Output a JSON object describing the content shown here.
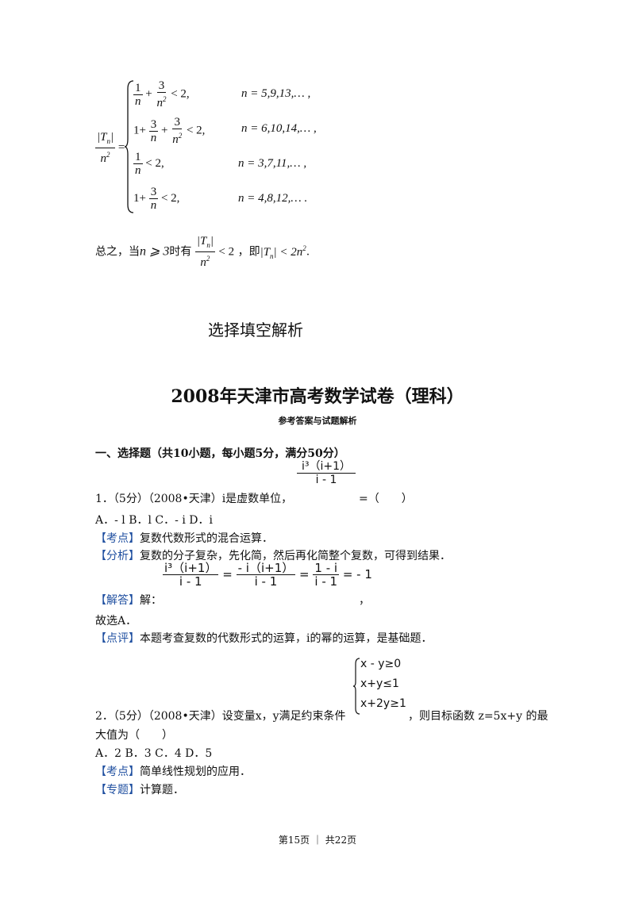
{
  "piecewise": {
    "lhs_num": "|T",
    "lhs_sub": "n",
    "lhs_den": "n",
    "lhs_den_sup": "2",
    "eq": "=",
    "cases": [
      {
        "expr_prefix": "",
        "f1_num": "1",
        "f1_den": "n",
        "plus": "+",
        "f2_num": "3",
        "f2_den": "n",
        "f2_den_sup": "2",
        "rhs": "< 2,",
        "cond": "n = 5,9,13,… ,"
      },
      {
        "expr_prefix": "1+",
        "f1_num": "3",
        "f1_den": "n",
        "plus": "+",
        "f2_num": "3",
        "f2_den": "n",
        "f2_den_sup": "2",
        "rhs": "< 2,",
        "cond": "n = 6,10,14,… ,"
      },
      {
        "expr_prefix": "",
        "f1_num": "1",
        "f1_den": "n",
        "plus": "",
        "f2_num": "",
        "f2_den": "",
        "f2_den_sup": "",
        "rhs": "< 2,",
        "cond": "n = 3,7,11,… ,"
      },
      {
        "expr_prefix": "1+",
        "f1_num": "3",
        "f1_den": "n",
        "plus": "",
        "f2_num": "",
        "f2_den": "",
        "f2_den_sup": "",
        "rhs": "< 2,",
        "cond": "n = 4,8,12,… ."
      }
    ]
  },
  "summary": {
    "prefix": "总之，当",
    "cond": "n ⩾ 3",
    "mid": "时有",
    "frac_rhs": "< 2",
    "sep": "，即",
    "result": "|T",
    "result_sub": "n",
    "result_rhs": "| < 2n",
    "result_sup": "2",
    "end": "."
  },
  "section_heading": "选择填空解析",
  "title": "2008年天津市高考数学试卷（理科）",
  "subtitle": "参考答案与试题解析",
  "part1_heading": "一、选择题（共10小题，每小题5分，满分50分）",
  "q1": {
    "stem": "1．（5分）（2008•天津）i是虚数单位，",
    "frac_num": "i³（i+1）",
    "frac_den": "i - 1",
    "tail": "=（　　）",
    "options": "A．- l  B．l   C．- i  D．i",
    "kaodian_tag": "【考点】",
    "kaodian": "复数代数形式的混合运算．",
    "fenxi_tag": "【分析】",
    "fenxi": "复数的分子复杂，先化简，然后再化简整个复数，可得到结果．",
    "jieda_tag": "【解答】",
    "jieda": "解：",
    "sol_f1_num": "i³（i+1）",
    "sol_f1_den": "i - 1",
    "sol_f2_num": "- i（i+1）",
    "sol_f2_den": "i - 1",
    "sol_f3_num": "1 - i",
    "sol_f3_den": "i - 1",
    "sol_result": "= - 1",
    "sol_comma": "，",
    "conclusion": "故选A．",
    "dianping_tag": "【点评】",
    "dianping": "本题考查复数的代数形式的运算，i的幂的运算，是基础题．"
  },
  "q2": {
    "constraints": [
      "x - y≥0",
      "x+y≤1",
      "x+2y≥1"
    ],
    "stem": "2．（5分）（2008•天津）设变量x，y满足约束条件",
    "stem_tail": "，则目标函数 z=5x+y 的最",
    "stem_line2": "大值为（　　）",
    "options": "A．2    B．3    C．4    D．5",
    "kaodian_tag": "【考点】",
    "kaodian": "简单线性规划的应用．",
    "zhuanti_tag": "【专题】",
    "zhuanti": "计算题．"
  },
  "footer": "第15页 ｜ 共22页",
  "colors": {
    "tag": "#1f4fa0",
    "text": "#111111"
  }
}
